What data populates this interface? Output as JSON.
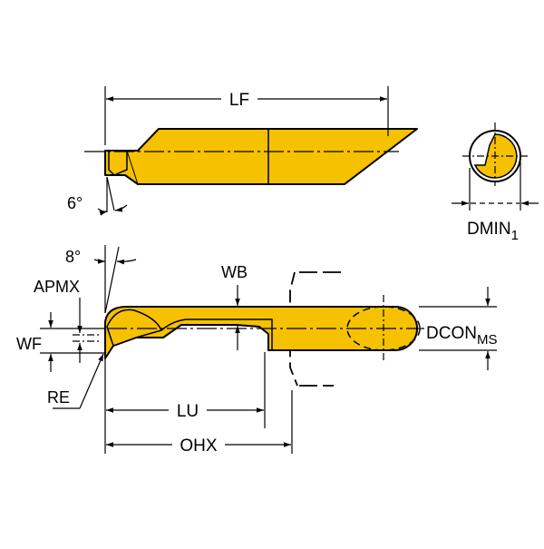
{
  "colors": {
    "tool_fill": "#f5c100",
    "outline": "#000000",
    "background": "#ffffff"
  },
  "labels": {
    "lf": "LF",
    "angle_6": "6°",
    "dmin_main": "DMIN",
    "dmin_sub": "1",
    "angle_8": "8°",
    "apmx": "APMX",
    "wb": "WB",
    "wf": "WF",
    "re": "RE",
    "lu": "LU",
    "ohx": "OHX",
    "dcon_main": "DCON",
    "dcon_sub": "MS"
  }
}
